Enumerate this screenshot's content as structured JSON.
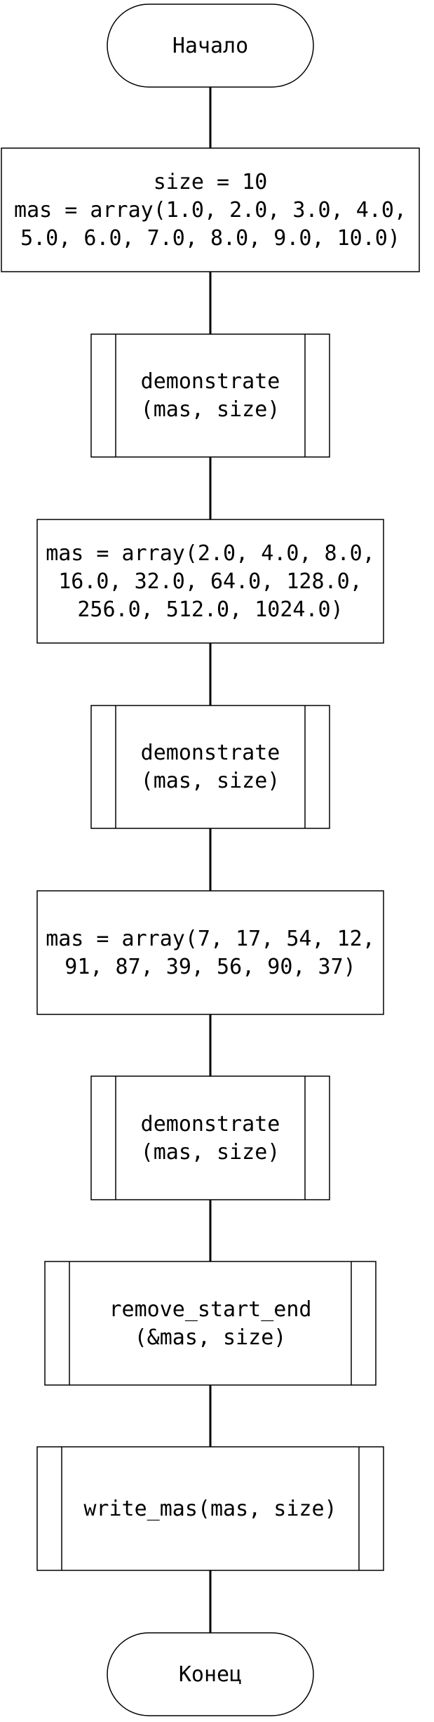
{
  "flowchart": {
    "nodes": [
      {
        "id": "start",
        "kind": "terminal",
        "lines": [
          "Начало"
        ]
      },
      {
        "id": "init",
        "kind": "process",
        "lines": [
          "size = 10",
          "mas = array(1.0, 2.0, 3.0, 4.0,",
          "5.0, 6.0, 7.0, 8.0, 9.0, 10.0)"
        ]
      },
      {
        "id": "call1",
        "kind": "subroutine",
        "lines": [
          "demonstrate",
          "(mas, size)"
        ]
      },
      {
        "id": "assign2",
        "kind": "process",
        "lines": [
          "mas = array(2.0, 4.0, 8.0,",
          "16.0, 32.0, 64.0, 128.0,",
          "256.0, 512.0, 1024.0)"
        ]
      },
      {
        "id": "call2",
        "kind": "subroutine",
        "lines": [
          "demonstrate",
          "(mas, size)"
        ]
      },
      {
        "id": "assign3",
        "kind": "process",
        "lines": [
          "mas = array(7, 17, 54, 12,",
          "91, 87, 39, 56, 90, 37)"
        ]
      },
      {
        "id": "call3",
        "kind": "subroutine",
        "lines": [
          "demonstrate",
          "(mas, size)"
        ]
      },
      {
        "id": "remove",
        "kind": "subroutine",
        "lines": [
          "remove_start_end",
          "(&mas, size)"
        ]
      },
      {
        "id": "write",
        "kind": "subroutine",
        "lines": [
          "write_mas(mas, size)"
        ]
      },
      {
        "id": "end",
        "kind": "terminal",
        "lines": [
          "Конец"
        ]
      }
    ]
  }
}
